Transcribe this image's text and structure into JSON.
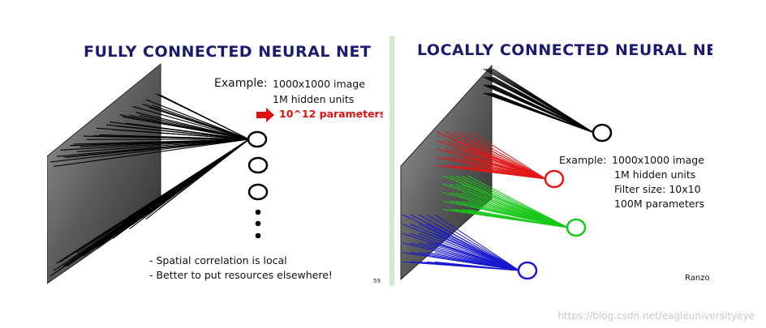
{
  "left_slide": {
    "title": "FULLY CONNECTED NEURAL NET",
    "example_label": "Example:",
    "image_size": "1000x1000 image",
    "hidden_units": "1M hidden units",
    "parameters": "10^12 parameters",
    "exclaim": "!!!",
    "bullet_1": "- Spatial correlation is local",
    "bullet_2": "- Better to put resources elsewhere!",
    "slide_number": "59"
  },
  "right_slide": {
    "title": "LOCALLY CONNECTED NEURAL NET",
    "example_label": "Example:",
    "image_size": "1000x1000 image",
    "hidden_units": "1M hidden units",
    "filter_size": "Filter size: 10x10",
    "parameters": "100M parameters",
    "credit": "Ranzo"
  },
  "watermark": "https://blog.csdn.net/eagleuniversityeye",
  "colors": {
    "title": "#1a1a6e",
    "highlight": "#e01010",
    "red_connections": "#e01818",
    "green_connections": "#18c818",
    "blue_connections": "#1818d0"
  }
}
